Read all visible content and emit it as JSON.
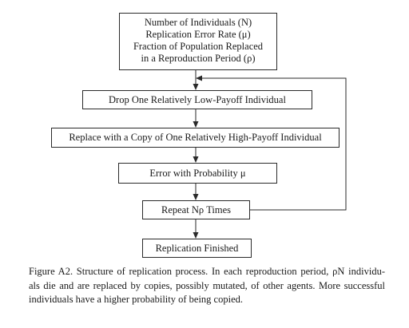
{
  "diagram": {
    "params_box": {
      "lines": [
        "Number of Individuals (N)",
        "Replication Error Rate (μ)",
        "Fraction of Population Replaced",
        "in a Reproduction Period (ρ)"
      ]
    },
    "drop_step": "Drop One Relatively Low-Payoff Individual",
    "replace_step": "Replace with a Copy of One Relatively High-Payoff Individual",
    "error_step": "Error with Probability μ",
    "repeat_step": "Repeat Nρ Times",
    "finish_step": "Replication Finished"
  },
  "caption": {
    "lines": [
      "Figure A2. Structure of replication process. In each reproduction period, ρN individu-",
      "als die and are replaced by copies, possibly mutated, of other agents. More successful",
      "individuals have a higher probability of being copied."
    ]
  }
}
